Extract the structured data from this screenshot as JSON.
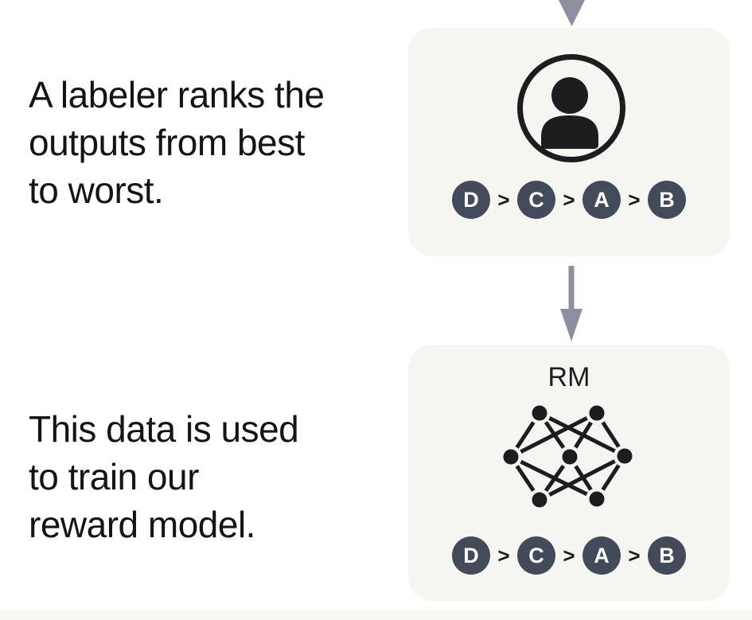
{
  "figure": {
    "step_labeler": {
      "caption": [
        "A labeler ranks the",
        "outputs from best",
        "to worst."
      ],
      "ranking": [
        "D",
        "C",
        "A",
        "B"
      ],
      "separator": ">"
    },
    "step_reward_model": {
      "caption": [
        "This data is used",
        "to train our",
        "reward model."
      ],
      "model_label": "RM",
      "ranking": [
        "D",
        "C",
        "A",
        "B"
      ],
      "separator": ">"
    }
  },
  "icons": {
    "labeler_card": "person-in-circle-icon",
    "reward_model_card": "neural-network-icon",
    "flow": "down-arrow-icon"
  },
  "colors": {
    "page_bg": "#ffffff",
    "card_bg": "#f5f5f2",
    "badge_bg": "#434a59",
    "badge_text": "#ffffff",
    "separator_ink": "#1b1c1e",
    "arrow": "#8b8fa0",
    "text_ink": "#141414",
    "icon_ink": "#1c1d1f",
    "footer_strip": "#f7f7f4"
  }
}
